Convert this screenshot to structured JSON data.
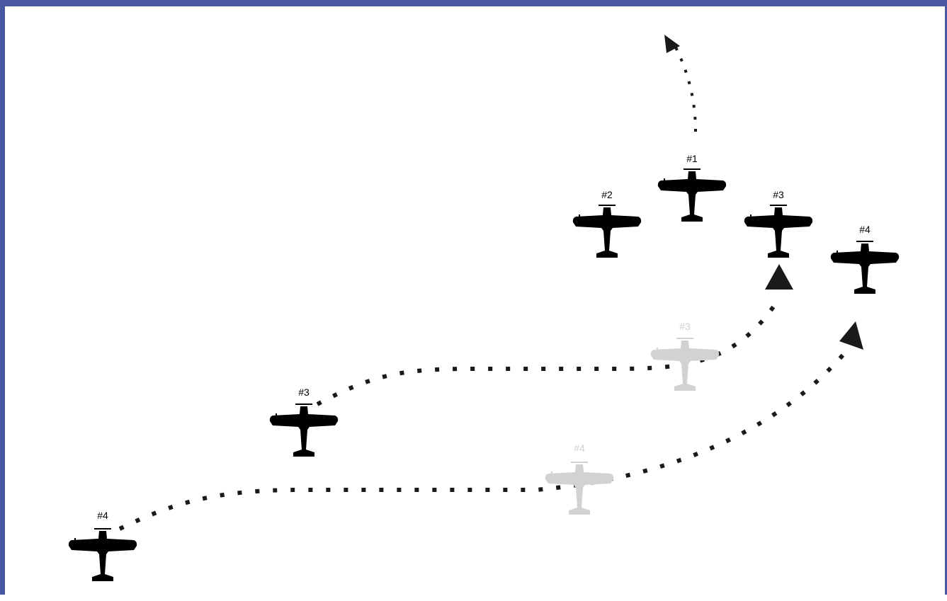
{
  "colors": {
    "frame": "#4a58a2",
    "active": "#000000",
    "ghost": "#d2d2d2",
    "path": "#1a1a1a"
  },
  "aircraft": [
    {
      "id": "lead-1",
      "label": "#1",
      "state": "active"
    },
    {
      "id": "wing-2",
      "label": "#2",
      "state": "active"
    },
    {
      "id": "wing-3-final",
      "label": "#3",
      "state": "active"
    },
    {
      "id": "wing-4-final",
      "label": "#4",
      "state": "active"
    },
    {
      "id": "wing-3-mid",
      "label": "#3",
      "state": "ghost"
    },
    {
      "id": "wing-3-start",
      "label": "#3",
      "state": "active"
    },
    {
      "id": "wing-4-mid",
      "label": "#4",
      "state": "ghost"
    },
    {
      "id": "wing-4-start",
      "label": "#4",
      "state": "active"
    }
  ],
  "paths": [
    {
      "id": "path-lead",
      "style": "dotted-thin"
    },
    {
      "id": "path-3",
      "style": "dotted-thick"
    },
    {
      "id": "path-4",
      "style": "dotted-thick"
    }
  ]
}
